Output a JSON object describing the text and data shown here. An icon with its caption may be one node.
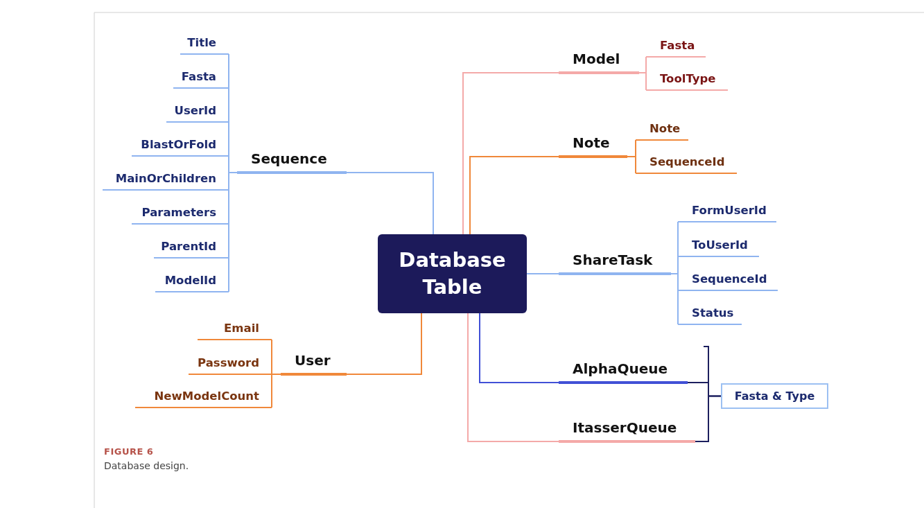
{
  "diagram": {
    "caption": "Database design.",
    "nodes": [
      {
        "text": [
          "Database Table"
        ]
      },
      {
        "text": [
          "Sequence"
        ]
      },
      {
        "text": [
          "Title"
        ]
      },
      {
        "text": [
          "Fasta"
        ]
      },
      {
        "text": [
          "UserId"
        ]
      },
      {
        "text": [
          "BlastOrFold"
        ]
      },
      {
        "text": [
          "MainOrChildren"
        ]
      },
      {
        "text": [
          "Parameters"
        ]
      },
      {
        "text": [
          "ParentId"
        ]
      },
      {
        "text": [
          "ModelId"
        ]
      },
      {
        "text": [
          "User"
        ]
      },
      {
        "text": [
          "Email"
        ]
      },
      {
        "text": [
          "Password"
        ]
      },
      {
        "text": [
          "NewModelCount"
        ]
      },
      {
        "text": [
          "Model"
        ]
      },
      {
        "text": [
          "Fasta"
        ]
      },
      {
        "text": [
          "ToolType"
        ]
      },
      {
        "text": [
          "Note"
        ]
      },
      {
        "text": [
          "Note"
        ]
      },
      {
        "text": [
          "SequenceId"
        ]
      },
      {
        "text": [
          "ShareTask"
        ]
      },
      {
        "text": [
          "FormUserId"
        ]
      },
      {
        "text": [
          "ToUserId"
        ]
      },
      {
        "text": [
          "SequenceId"
        ]
      },
      {
        "text": [
          "Status"
        ]
      },
      {
        "text": [
          "AlphaQueue"
        ]
      },
      {
        "text": [
          "ItasserQueue"
        ]
      },
      {
        "text": [
          "Fasta & Type"
        ]
      }
    ],
    "edges": [
      {
        "from": 0,
        "to": 1,
        "arrow": "none"
      },
      {
        "from": 1,
        "to": 2,
        "arrow": "none"
      },
      {
        "from": 1,
        "to": 3,
        "arrow": "none"
      },
      {
        "from": 1,
        "to": 4,
        "arrow": "none"
      },
      {
        "from": 1,
        "to": 5,
        "arrow": "none"
      },
      {
        "from": 1,
        "to": 6,
        "arrow": "none"
      },
      {
        "from": 1,
        "to": 7,
        "arrow": "none"
      },
      {
        "from": 1,
        "to": 8,
        "arrow": "none"
      },
      {
        "from": 1,
        "to": 9,
        "arrow": "none"
      },
      {
        "from": 0,
        "to": 10,
        "arrow": "none",
        "color": "#f0883a"
      },
      {
        "from": 10,
        "to": 11,
        "arrow": "none",
        "color": "#f0883a"
      },
      {
        "from": 10,
        "to": 12,
        "arrow": "none",
        "color": "#f0883a"
      },
      {
        "from": 10,
        "to": 13,
        "arrow": "none",
        "color": "#f0883a"
      },
      {
        "from": 0,
        "to": 14,
        "arrow": "none",
        "color": "#f4a9a8"
      },
      {
        "from": 14,
        "to": 15,
        "arrow": "none",
        "color": "#f4a9a8"
      },
      {
        "from": 14,
        "to": 16,
        "arrow": "none",
        "color": "#f4a9a8"
      },
      {
        "from": 0,
        "to": 17,
        "arrow": "none",
        "color": "#f0883a"
      },
      {
        "from": 17,
        "to": 18,
        "arrow": "none",
        "color": "#f0883a"
      },
      {
        "from": 17,
        "to": 19,
        "arrow": "none",
        "color": "#f0883a"
      },
      {
        "from": 0,
        "to": 20,
        "arrow": "none"
      },
      {
        "from": 20,
        "to": 21,
        "arrow": "none"
      },
      {
        "from": 20,
        "to": 22,
        "arrow": "none"
      },
      {
        "from": 20,
        "to": 23,
        "arrow": "none"
      },
      {
        "from": 20,
        "to": 24,
        "arrow": "none"
      },
      {
        "from": 0,
        "to": 25,
        "arrow": "none",
        "color": "#4150d6"
      },
      {
        "from": 0,
        "to": 26,
        "arrow": "none",
        "color": "#f4a9a8"
      },
      {
        "from": 25,
        "to": 27,
        "arrow": "none",
        "color": "#1c1f5e"
      },
      {
        "from": 26,
        "to": 27,
        "arrow": "none",
        "color": "#1c1f5e"
      }
    ],
    "labels": [
      "FIGURE 6"
    ]
  }
}
